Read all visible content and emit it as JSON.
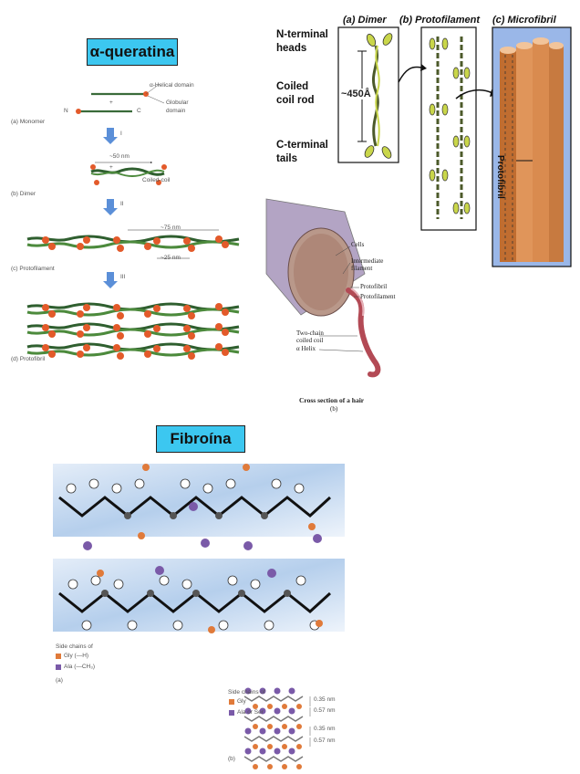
{
  "titles": {
    "keratin": "α-queratina",
    "fibroin": "Fibroína"
  },
  "keratin_scheme": {
    "helical_domain": "α-Helical domain",
    "globular_domain_1": "Globular",
    "globular_domain_2": "domain",
    "n_label": "N",
    "c_label": "C",
    "plus": "+",
    "monomer": "(a)  Monomer",
    "step1": "I",
    "dimer_len": "~50 nm",
    "coiled_coil": "Coiled-coil",
    "dimer": "(b)  Dimer",
    "step2": "II",
    "proto_len1": "~75 nm",
    "proto_len2": "~25 nm",
    "protofilament": "(c)  Protofilament",
    "step3": "III",
    "protofibril": "(d)  Protofibril"
  },
  "assembly": {
    "dimer_header": "(a) Dimer",
    "protofilament_header": "(b) Protofilament",
    "microfibril_header": "(c) Microfibril",
    "n_heads_1": "N-terminal",
    "n_heads_2": "heads",
    "rod_1": "Coiled",
    "rod_2": "coil rod",
    "c_tails_1": "C-terminal",
    "c_tails_2": "tails",
    "length": "~450Å",
    "protofibril_label": "Protofibril"
  },
  "hair": {
    "cells": "Cells",
    "intermediate_1": "Intermediate",
    "intermediate_2": "filament",
    "protofibril": "Protofibril",
    "protofilament": "Protofilament",
    "two_chain_1": "Two-chain",
    "two_chain_2": "coiled coil",
    "alpha_helix": "α Helix",
    "caption": "Cross section of a hair",
    "caption_sub": "(b)"
  },
  "fibroin": {
    "side_chains_title": "Side chains of",
    "gly": "Gly (—H)",
    "ala": "Ala (—CH₃)",
    "panel_a": "(a)",
    "side_chains_title_b": "Side chains of",
    "gly_b": "Gly",
    "ala_ser": "Ala or Ser",
    "d1": "0.35 nm",
    "d2": "0.57 nm",
    "d3": "0.35 nm",
    "d4": "0.57 nm",
    "panel_b": "(b)"
  },
  "colors": {
    "title_bg": "#3cc7f0",
    "gly": "#e07a3a",
    "ala": "#7a5aa8",
    "microfibril": "#d98b4f"
  }
}
